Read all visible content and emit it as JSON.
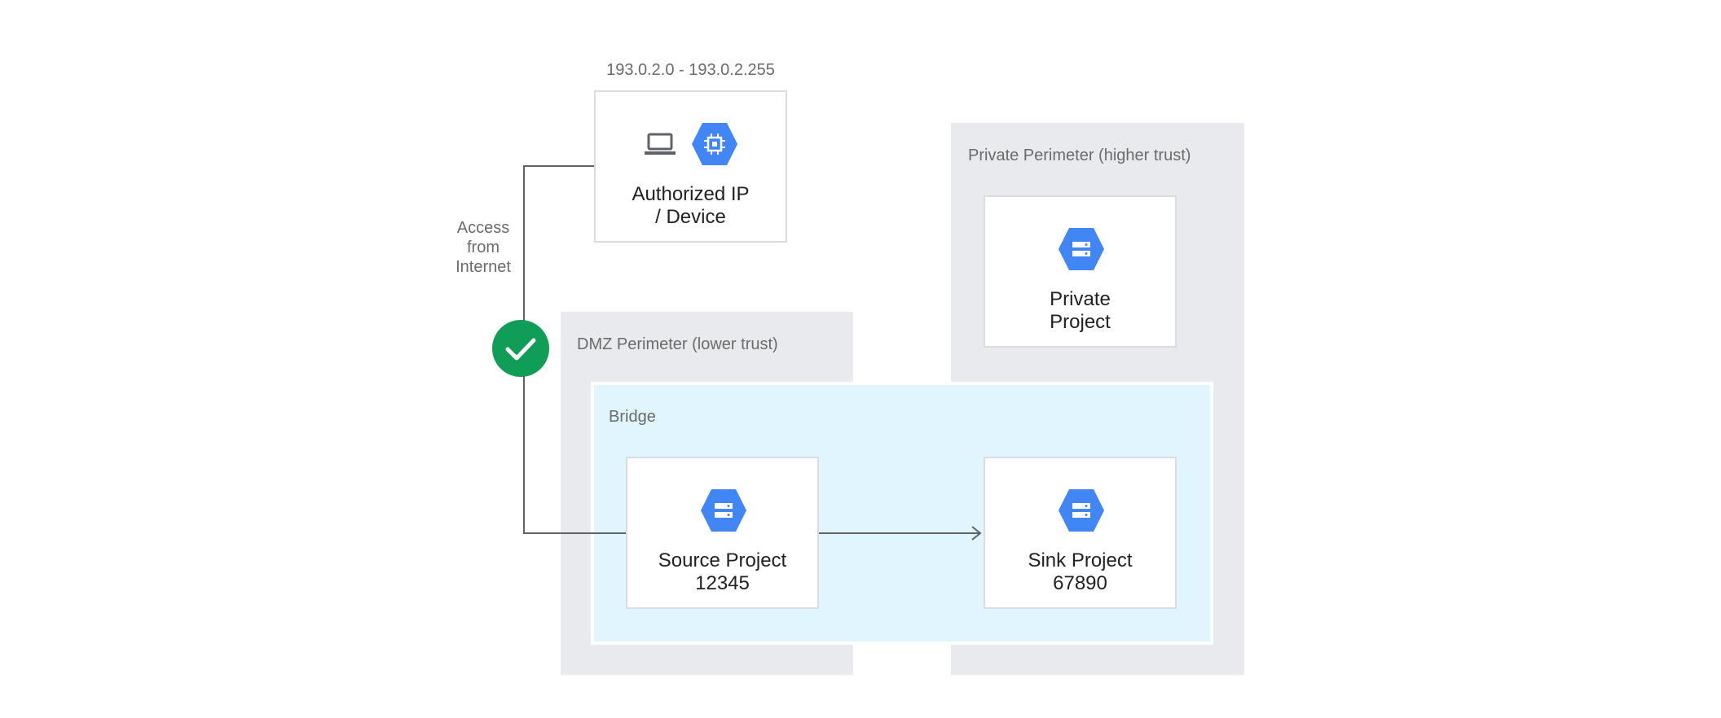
{
  "ip_range": "193.0.2.0 - 193.0.2.255",
  "access_annotation": [
    "Access",
    "from",
    "Internet"
  ],
  "authorized": {
    "label_lines": [
      "Authorized IP",
      "/ Device"
    ],
    "icons": [
      "laptop-icon",
      "compute-engine-icon"
    ]
  },
  "private_perimeter": {
    "label": "Private Perimeter (higher trust)",
    "project": {
      "label_lines": [
        "Private",
        "Project"
      ],
      "icon": "storage-icon"
    }
  },
  "dmz_perimeter": {
    "label": "DMZ Perimeter (lower trust)"
  },
  "bridge": {
    "label": "Bridge",
    "source": {
      "label_lines": [
        "Source Project",
        "12345"
      ],
      "icon": "storage-icon"
    },
    "sink": {
      "label_lines": [
        "Sink Project",
        "67890"
      ],
      "icon": "storage-icon"
    }
  },
  "status": {
    "icon": "check-icon",
    "state": "allowed"
  },
  "colors": {
    "perimeter": "#e8eaed",
    "bridge": "#e1f5fe",
    "card_border": "#dadce0",
    "icon_blue": "#4285f4",
    "check_green": "#0f9d58",
    "connector": "#5f6368",
    "label_gray": "#6b6b6b",
    "text_dark": "#202124"
  }
}
